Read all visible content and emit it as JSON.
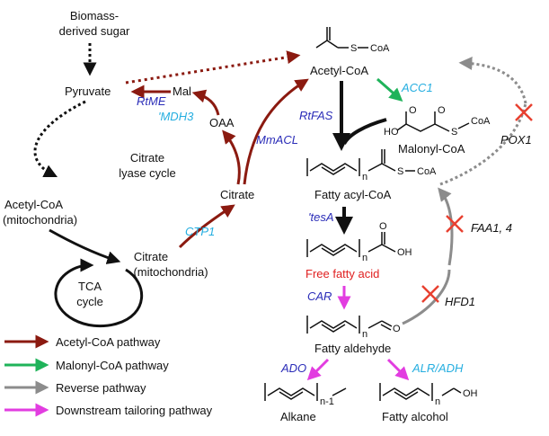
{
  "labels": {
    "biomass_line1": "Biomass-",
    "biomass_line2": "derived sugar",
    "pyruvate": "Pyruvate",
    "mal": "Mal",
    "oaa": "OAA",
    "citrate_lyase_line1": "Citrate",
    "citrate_lyase_line2": "lyase cycle",
    "citrate": "Citrate",
    "acetylcoa_mito_line1": "Acetyl-CoA",
    "acetylcoa_mito_line2": "(mitochondria)",
    "citrate_mito_line1": "Citrate",
    "citrate_mito_line2": "(mitochondria)",
    "tca_line1": "TCA",
    "tca_line2": "cycle",
    "acetylcoa": "Acetyl-CoA",
    "malonylcoa": "Malonyl-CoA",
    "fatty_acyl_coa": "Fatty acyl-CoA",
    "free_fatty_acid": "Free fatty acid",
    "fatty_aldehyde": "Fatty aldehyde",
    "alkane": "Alkane",
    "fatty_alcohol": "Fatty alcohol",
    "s_coa_1": "S",
    "coa_1": "CoA",
    "s_coa_2": "S",
    "coa_2": "CoA",
    "ho_malonyl": "HO",
    "o_malonyl_1": "O",
    "o_malonyl_2": "O",
    "s_coa_3": "S",
    "coa_3": "CoA",
    "o_ffa": "O",
    "oh_ffa": "OH",
    "n_1": "n",
    "n_2": "n",
    "n_3": "n",
    "n_4": "n-1",
    "n_5": "n",
    "o_ald": "O",
    "oh_alc": "OH"
  },
  "enzymes": {
    "rtme": "RtME",
    "mdh3": "'MDH3",
    "mmacl": "MmACL",
    "ctp1": "CTP1",
    "rtfas": "RtFAS",
    "acc1": "ACC1",
    "tesa": "'tesA",
    "car": "CAR",
    "ado": "ADO",
    "alr_adh": "ALR/ADH",
    "pox1": "POX1",
    "faa14": "FAA1, 4",
    "hfd1": "HFD1"
  },
  "legend": [
    {
      "label": "Acetyl-CoA pathway",
      "color": "#8b1a10"
    },
    {
      "label": "Malonyl-CoA pathway",
      "color": "#1fb35a"
    },
    {
      "label": "Reverse pathway",
      "color": "#8c8c8c"
    },
    {
      "label": "Downstream tailoring pathway",
      "color": "#e23de0"
    }
  ],
  "colors": {
    "dark_red": "#8b1a10",
    "green": "#1fb35a",
    "grey": "#8c8c8c",
    "magenta": "#e23de0",
    "cross_red": "#e84030",
    "blue": "#2b2db8",
    "cyan": "#25aee0"
  }
}
